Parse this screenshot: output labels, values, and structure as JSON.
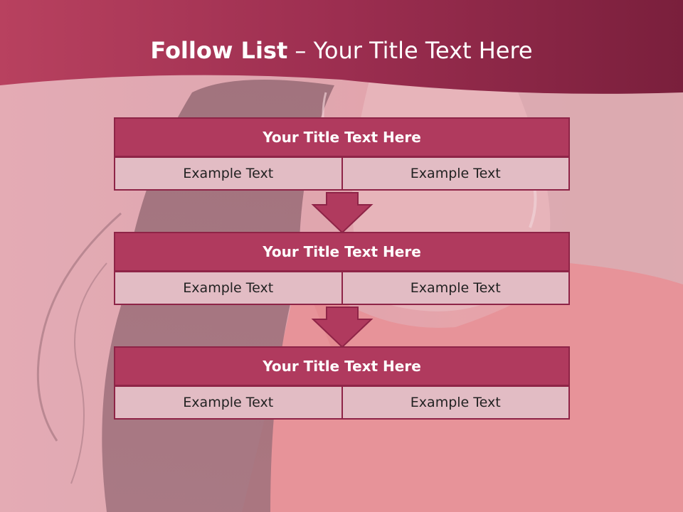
{
  "slide": {
    "title_bold": "Follow List",
    "title_rest": " – Your Title Text Here"
  },
  "steps": [
    {
      "title": "Your Title Text Here",
      "left": "Example Text",
      "right": "Example Text"
    },
    {
      "title": "Your Title Text Here",
      "left": "Example Text",
      "right": "Example Text"
    },
    {
      "title": "Your Title Text Here",
      "left": "Example Text",
      "right": "Example Text"
    }
  ],
  "colors": {
    "header": "#9e2c50",
    "title_box": "#b03a5e",
    "cell_fill": "#e2bcc4",
    "border": "#8e2447",
    "arrow": "#b03a5e"
  }
}
